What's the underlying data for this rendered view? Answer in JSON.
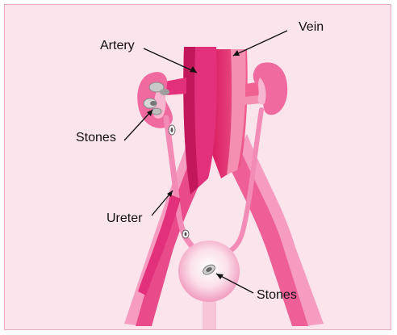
{
  "labels": {
    "vein": "Vein",
    "artery": "Artery",
    "stones_kidney": "Stones",
    "ureter": "Ureter",
    "stones_bladder": "Stones"
  },
  "colors": {
    "background": "#fce4ec",
    "border": "#e7a9bf",
    "artery": "#e2317a",
    "vein": "#ea5b97",
    "vessel_light": "#f28cb6",
    "ureter": "#ef6fa3",
    "kidney": "#f06a9f",
    "stone": "#8a8a8a",
    "bladder": "#f7c4d8"
  }
}
